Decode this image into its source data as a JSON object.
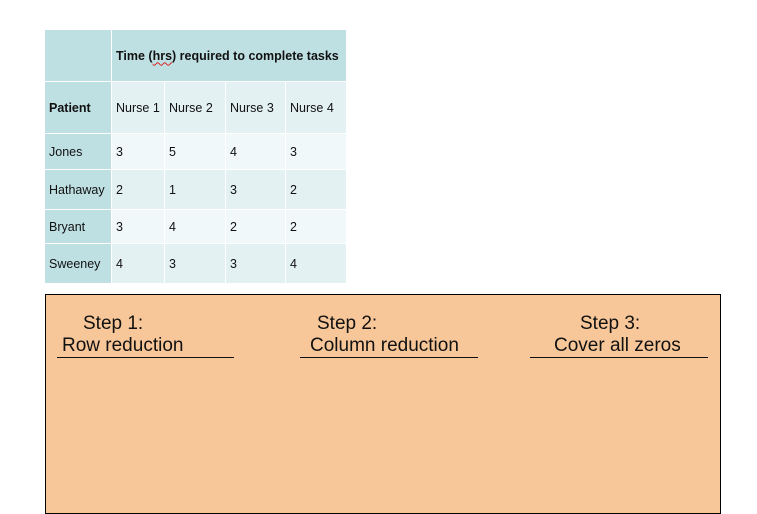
{
  "table": {
    "title_parts": [
      "Time (",
      "hrs",
      ") required to complete tasks"
    ],
    "patient_header": "Patient",
    "nurse_headers": [
      "Nurse 1",
      "Nurse 2",
      "Nurse 3",
      "Nurse 4"
    ],
    "rows": [
      {
        "patient": "Jones",
        "values": [
          "3",
          "5",
          "4",
          "3"
        ]
      },
      {
        "patient": "Hathaway",
        "values": [
          "2",
          "1",
          "3",
          "2"
        ]
      },
      {
        "patient": "Bryant",
        "values": [
          "3",
          "4",
          "2",
          "2"
        ]
      },
      {
        "patient": "Sweeney",
        "values": [
          "4",
          "3",
          "3",
          "4"
        ]
      }
    ]
  },
  "steps": [
    {
      "label": "Step 1:",
      "name": "Row reduction"
    },
    {
      "label": "Step 2:",
      "name": "Column reduction"
    },
    {
      "label": "Step 3:",
      "name": "Cover all zeros"
    }
  ],
  "colors": {
    "table_header": "#bfe0e3",
    "table_cell_dark": "#e4f1f3",
    "table_cell_light": "#f1f8f9",
    "steps_box": "#f8c799"
  }
}
